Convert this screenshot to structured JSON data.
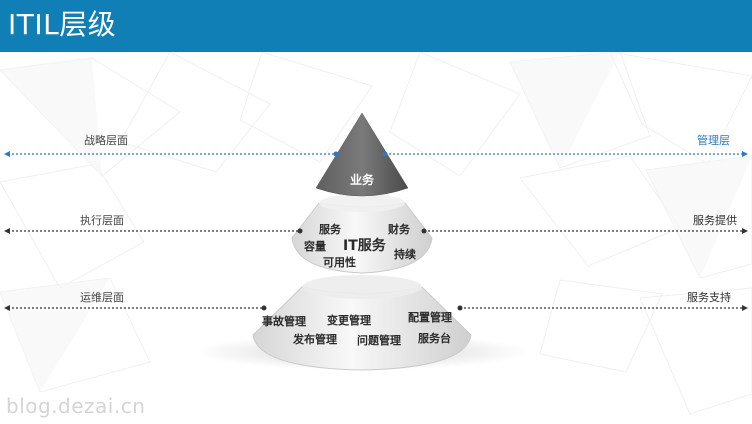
{
  "header": {
    "title": "ITIL层级"
  },
  "layers": {
    "top": {
      "left_label": "战略层面",
      "right_label": "管理层",
      "items": [
        "业务"
      ]
    },
    "middle": {
      "left_label": "执行层面",
      "right_label": "服务提供",
      "center": "IT服务",
      "items": [
        "服务",
        "财务",
        "容量",
        "可用性",
        "持续"
      ]
    },
    "bottom": {
      "left_label": "运维层面",
      "right_label": "服务支持",
      "items": [
        "事故管理",
        "变更管理",
        "配置管理",
        "发布管理",
        "问题管理",
        "服务台"
      ]
    }
  },
  "watermark": "blog.dezai.cn",
  "colors": {
    "header_bg": "#0f7fb6",
    "top_tier": "#6e6e6e",
    "tier_light": "#e3e3e3",
    "accent_blue": "#2b78c4",
    "dark_line": "#333333"
  }
}
